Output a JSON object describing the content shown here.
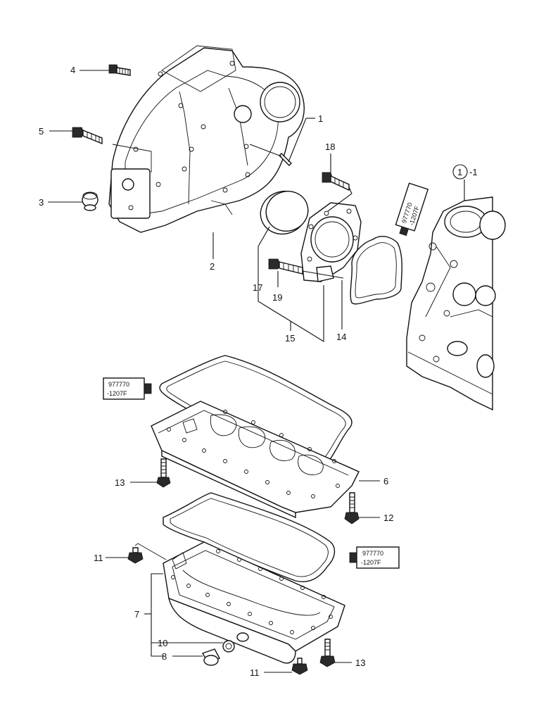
{
  "callouts": {
    "c1": "1",
    "c2": "2",
    "c3": "3",
    "c4": "4",
    "c5": "5",
    "c6": "6",
    "c7": "7",
    "c8": "8",
    "c10": "10",
    "c11a": "11",
    "c11b": "11",
    "c12": "12",
    "c13a": "13",
    "c13b": "13",
    "c14": "14",
    "c15": "15",
    "c17": "17",
    "c18": "18",
    "c19": "19",
    "block_ref_number": "1",
    "block_ref_suffix": "-1"
  },
  "sealant_tubes": [
    {
      "line1": "977770",
      "line2": "-1207F"
    },
    {
      "line1": "977770",
      "line2": "-1207F"
    },
    {
      "line1": "977770",
      "line2": "-1207F"
    }
  ]
}
